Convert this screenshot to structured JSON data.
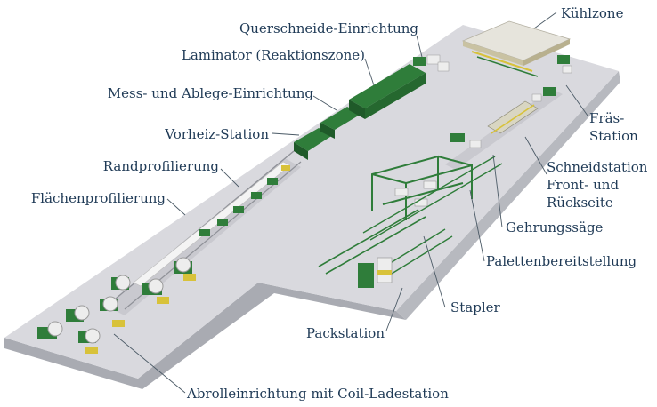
{
  "diagram": {
    "colors": {
      "floor_top": "#d9d9de",
      "floor_edge": "#a9abb2",
      "machine_green": "#2f7d3a",
      "machine_dark": "#1f5a29",
      "machine_yellow": "#d8c23a",
      "machine_white": "#ededed",
      "label_text": "#1f3a56"
    },
    "labels": {
      "querschneide": "Querschneide-Einrichtung",
      "kuehlzone": "Kühlzone",
      "laminator": "Laminator (Reaktionszone)",
      "mess_ablege": "Mess- und Ablege-Einrichtung",
      "vorheiz": "Vorheiz-Station",
      "randprofilierung": "Randprofilierung",
      "flaechenprofilierung": "Flächenprofilierung",
      "fraes_line1": "Fräs-",
      "fraes_line2": "Station",
      "schneid_line1": "Schneidstation",
      "schneid_line2": "Front- und",
      "schneid_line3": "Rückseite",
      "gehrungssaege": "Gehrungssäge",
      "palettenbereitstellung": "Palettenbereitstellung",
      "stapler": "Stapler",
      "packstation": "Packstation",
      "abrolleinrichtung": "Abrolleinrichtung mit Coil-Ladestation"
    }
  }
}
